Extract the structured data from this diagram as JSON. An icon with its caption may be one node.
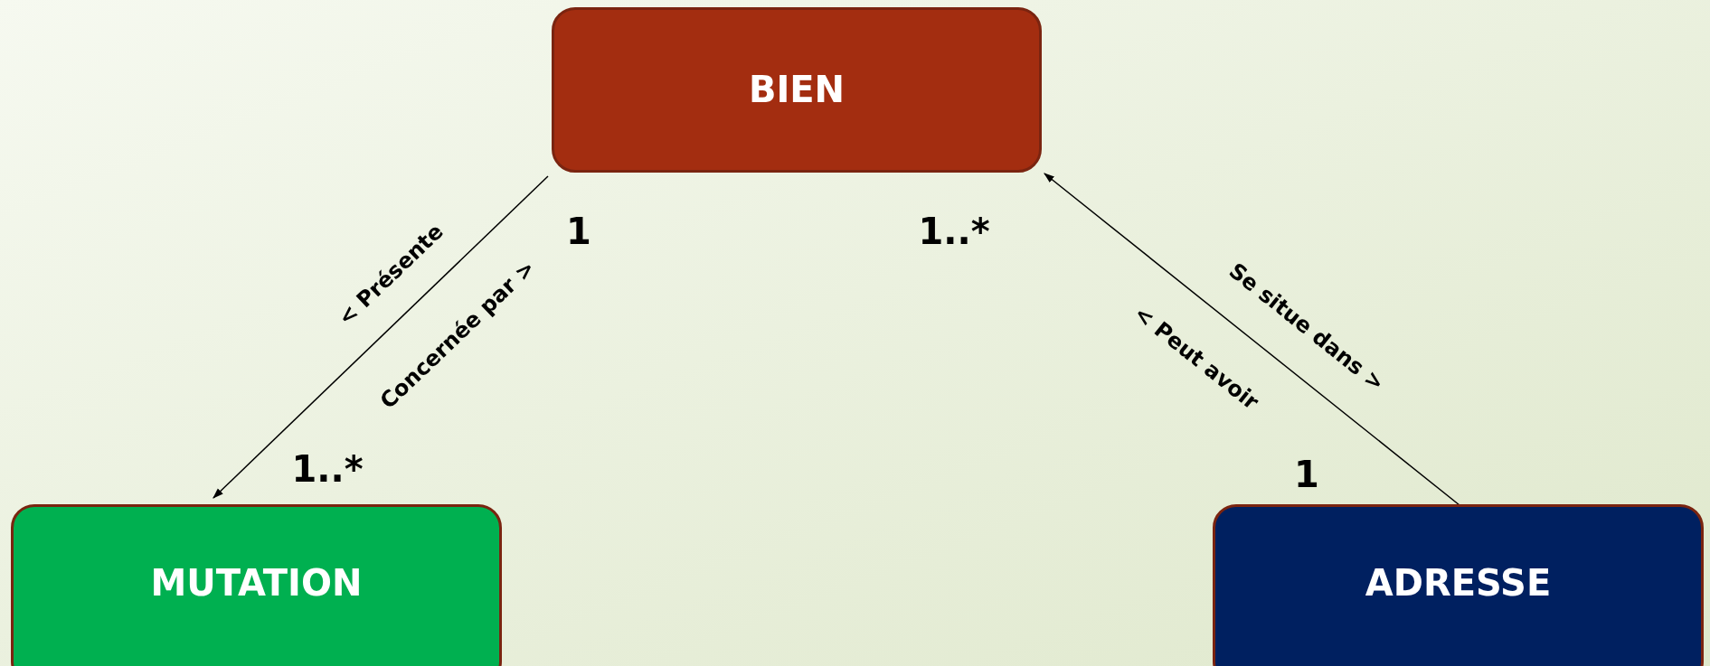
{
  "diagram": {
    "nodes": [
      {
        "text": [
          "BIEN"
        ]
      },
      {
        "text": [
          "MUTATION"
        ]
      },
      {
        "text": [
          "ADRESSE"
        ]
      }
    ],
    "edges": [
      {
        "from": 0,
        "to": 1,
        "arrow": "to"
      },
      {
        "from": 2,
        "to": 0,
        "arrow": "to"
      }
    ],
    "labels": [
      "1",
      "1..*",
      "< Présente",
      "Concernée par >",
      "Se situe dans >",
      "< Peut avoir",
      "1..*",
      "1"
    ]
  }
}
